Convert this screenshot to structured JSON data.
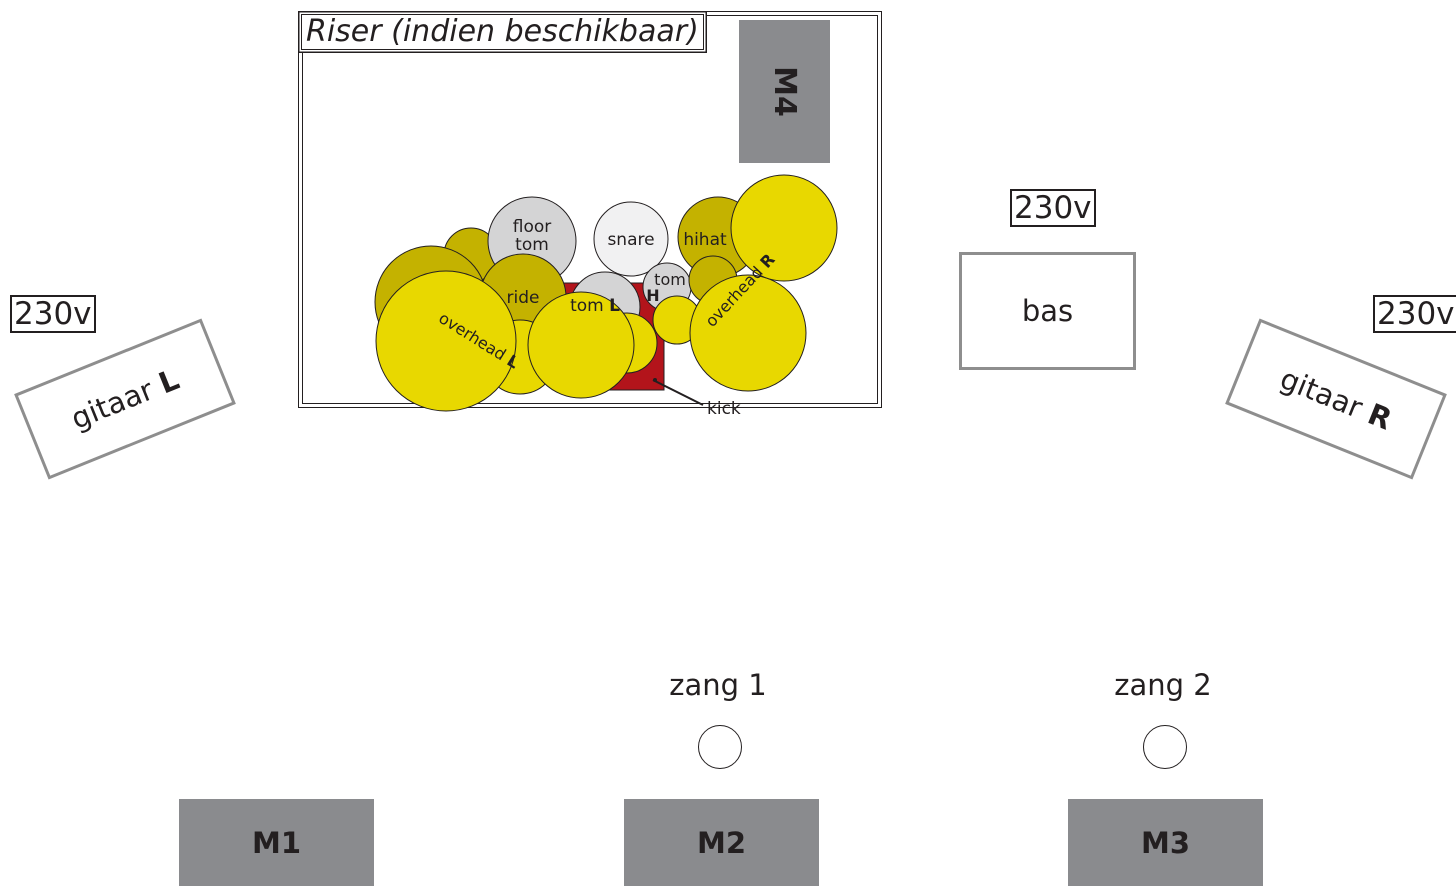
{
  "riser": {
    "title": "Riser (indien beschikbaar)"
  },
  "monitors": {
    "m1": "M1",
    "m2": "M2",
    "m3": "M3",
    "m4": "M4"
  },
  "power": {
    "left": "230v",
    "bass": "230v",
    "right": "230v"
  },
  "amps": {
    "guitar_left": {
      "text": "gitaar ",
      "side": "L"
    },
    "bass": {
      "text": "bas"
    },
    "guitar_right": {
      "text": "gitaar ",
      "side": "R"
    }
  },
  "vocals": {
    "one": "zang 1",
    "two": "zang 2"
  },
  "drums": {
    "floor_tom_line1": "floor",
    "floor_tom_line2": "tom",
    "snare": "snare",
    "hihat": "hihat",
    "ride": "ride",
    "tom_low_text": "tom ",
    "tom_low_side": "L",
    "tom_high_text": "tom",
    "tom_high_side": "H",
    "overhead_left_text": "overhead ",
    "overhead_left_side": "L",
    "overhead_right_text": "overhead ",
    "overhead_right_side": "R",
    "kick": "kick"
  },
  "colors": {
    "monitor": "#8a8b8e",
    "amp_border": "#8e8e8e",
    "kick": "#b3141b",
    "cymbal_bright": "#e8d800",
    "cymbal_dark": "#c4b200",
    "drum_grey": "#d4d4d5",
    "snare": "#f1f1f2"
  }
}
